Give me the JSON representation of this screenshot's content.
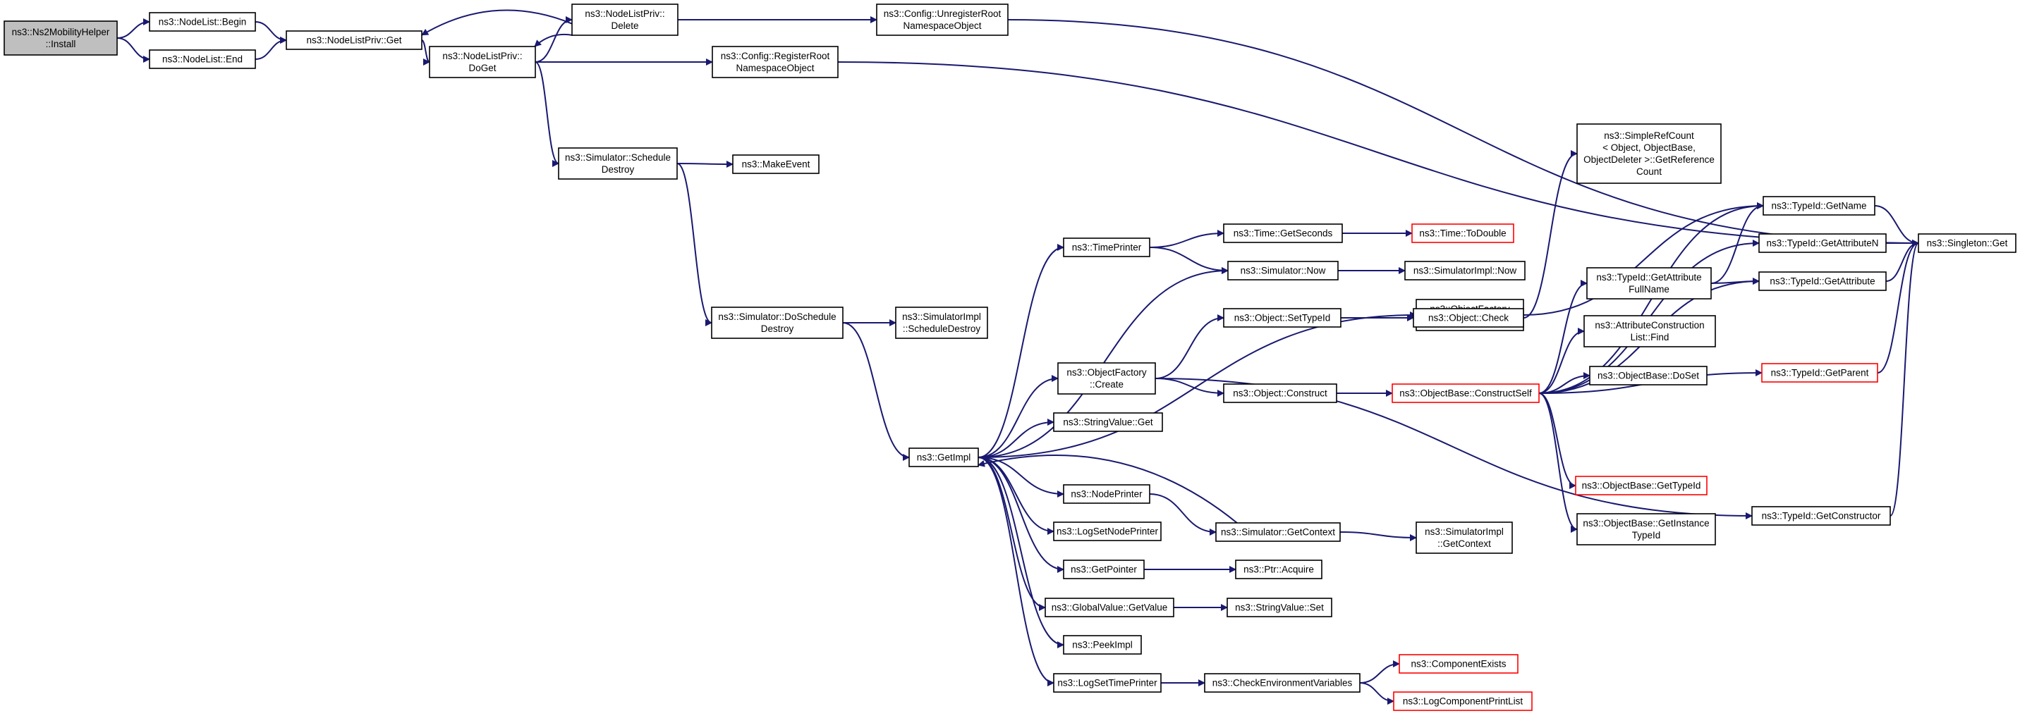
{
  "colors": {
    "edge": "#191970",
    "node_border": "#000000",
    "root_fill": "#bfbfbf",
    "undocumented_border": "#ff0000"
  },
  "nodes": [
    {
      "id": "install",
      "lines": [
        "ns3::Ns2MobilityHelper",
        "::Install"
      ],
      "style": "root"
    },
    {
      "id": "nl_begin",
      "lines": [
        "ns3::NodeList::Begin"
      ]
    },
    {
      "id": "nl_end",
      "lines": [
        "ns3::NodeList::End"
      ]
    },
    {
      "id": "nlp_get",
      "lines": [
        "ns3::NodeListPriv::Get"
      ]
    },
    {
      "id": "nlp_doget",
      "lines": [
        "ns3::NodeListPriv::",
        "DoGet"
      ]
    },
    {
      "id": "nlp_delete",
      "lines": [
        "ns3::NodeListPriv::",
        "Delete"
      ]
    },
    {
      "id": "cfg_unreg",
      "lines": [
        "ns3::Config::UnregisterRoot",
        "NamespaceObject"
      ]
    },
    {
      "id": "cfg_reg",
      "lines": [
        "ns3::Config::RegisterRoot",
        "NamespaceObject"
      ]
    },
    {
      "id": "sim_sched_destroy",
      "lines": [
        "ns3::Simulator::Schedule",
        "Destroy"
      ]
    },
    {
      "id": "make_event",
      "lines": [
        "ns3::MakeEvent"
      ]
    },
    {
      "id": "sim_dosched_destroy",
      "lines": [
        "ns3::Simulator::DoSchedule",
        "Destroy"
      ]
    },
    {
      "id": "simimpl_sched_destroy",
      "lines": [
        "ns3::SimulatorImpl",
        "::ScheduleDestroy"
      ]
    },
    {
      "id": "get_impl",
      "lines": [
        "ns3::GetImpl"
      ]
    },
    {
      "id": "time_printer",
      "lines": [
        "ns3::TimePrinter"
      ]
    },
    {
      "id": "obj_factory_create",
      "lines": [
        "ns3::ObjectFactory",
        "::Create"
      ]
    },
    {
      "id": "stringvalue_get",
      "lines": [
        "ns3::StringValue::Get"
      ]
    },
    {
      "id": "node_printer",
      "lines": [
        "ns3::NodePrinter"
      ]
    },
    {
      "id": "log_set_node_printer",
      "lines": [
        "ns3::LogSetNodePrinter"
      ]
    },
    {
      "id": "get_pointer",
      "lines": [
        "ns3::GetPointer"
      ]
    },
    {
      "id": "global_value_get",
      "lines": [
        "ns3::GlobalValue::GetValue"
      ]
    },
    {
      "id": "peek_impl",
      "lines": [
        "ns3::PeekImpl"
      ]
    },
    {
      "id": "log_set_time_printer",
      "lines": [
        "ns3::LogSetTimePrinter"
      ]
    },
    {
      "id": "time_get_seconds",
      "lines": [
        "ns3::Time::GetSeconds"
      ]
    },
    {
      "id": "time_to_double",
      "lines": [
        "ns3::Time::ToDouble"
      ],
      "style": "red"
    },
    {
      "id": "sim_now",
      "lines": [
        "ns3::Simulator::Now"
      ]
    },
    {
      "id": "simimpl_now",
      "lines": [
        "ns3::SimulatorImpl::Now"
      ]
    },
    {
      "id": "obj_factory_settypeid",
      "lines": [
        "ns3::ObjectFactory",
        "::SetTypeId"
      ]
    },
    {
      "id": "obj_settypeid",
      "lines": [
        "ns3::Object::SetTypeId"
      ]
    },
    {
      "id": "obj_construct",
      "lines": [
        "ns3::Object::Construct"
      ]
    },
    {
      "id": "obj_check",
      "lines": [
        "ns3::Object::Check"
      ]
    },
    {
      "id": "objbase_constructself",
      "lines": [
        "ns3::ObjectBase::ConstructSelf"
      ],
      "style": "red"
    },
    {
      "id": "sim_get_context",
      "lines": [
        "ns3::Simulator::GetContext"
      ]
    },
    {
      "id": "simimpl_get_context",
      "lines": [
        "ns3::SimulatorImpl",
        "::GetContext"
      ]
    },
    {
      "id": "ptr_acquire",
      "lines": [
        "ns3::Ptr::Acquire"
      ]
    },
    {
      "id": "stringvalue_set",
      "lines": [
        "ns3::StringValue::Set"
      ]
    },
    {
      "id": "check_env_vars",
      "lines": [
        "ns3::CheckEnvironmentVariables"
      ]
    },
    {
      "id": "component_exists",
      "lines": [
        "ns3::ComponentExists"
      ],
      "style": "red"
    },
    {
      "id": "log_component_print_list",
      "lines": [
        "ns3::LogComponentPrintList"
      ],
      "style": "red"
    },
    {
      "id": "simple_ref_count",
      "lines": [
        "ns3::SimpleRefCount",
        "< Object, ObjectBase,",
        "ObjectDeleter >::GetReference",
        "Count"
      ]
    },
    {
      "id": "typeid_get_attr_fullname",
      "lines": [
        "ns3::TypeId::GetAttribute",
        "FullName"
      ]
    },
    {
      "id": "attr_construction_list_find",
      "lines": [
        "ns3::AttributeConstruction",
        "List::Find"
      ]
    },
    {
      "id": "objbase_doset",
      "lines": [
        "ns3::ObjectBase::DoSet"
      ]
    },
    {
      "id": "objbase_gettypeid",
      "lines": [
        "ns3::ObjectBase::GetTypeId"
      ],
      "style": "red"
    },
    {
      "id": "objbase_getinstancetypeid",
      "lines": [
        "ns3::ObjectBase::GetInstance",
        "TypeId"
      ]
    },
    {
      "id": "typeid_getname",
      "lines": [
        "ns3::TypeId::GetName"
      ]
    },
    {
      "id": "typeid_getattributen",
      "lines": [
        "ns3::TypeId::GetAttributeN"
      ]
    },
    {
      "id": "typeid_getattribute",
      "lines": [
        "ns3::TypeId::GetAttribute"
      ]
    },
    {
      "id": "typeid_getparent",
      "lines": [
        "ns3::TypeId::GetParent"
      ],
      "style": "red"
    },
    {
      "id": "typeid_getconstructor",
      "lines": [
        "ns3::TypeId::GetConstructor"
      ]
    },
    {
      "id": "singleton_get",
      "lines": [
        "ns3::Singleton::Get"
      ]
    }
  ],
  "edges": [
    [
      "install",
      "nl_begin"
    ],
    [
      "install",
      "nl_end"
    ],
    [
      "nl_begin",
      "nlp_get"
    ],
    [
      "nl_end",
      "nlp_get"
    ],
    [
      "nlp_get",
      "nlp_doget"
    ],
    [
      "nlp_doget",
      "nlp_delete"
    ],
    [
      "nlp_delete",
      "nlp_doget"
    ],
    [
      "nlp_delete",
      "nlp_get"
    ],
    [
      "nlp_delete",
      "cfg_unreg"
    ],
    [
      "nlp_doget",
      "cfg_reg"
    ],
    [
      "nlp_doget",
      "sim_sched_destroy"
    ],
    [
      "cfg_unreg",
      "singleton_get"
    ],
    [
      "cfg_reg",
      "singleton_get"
    ],
    [
      "sim_sched_destroy",
      "make_event"
    ],
    [
      "sim_sched_destroy",
      "sim_dosched_destroy"
    ],
    [
      "sim_dosched_destroy",
      "simimpl_sched_destroy"
    ],
    [
      "sim_dosched_destroy",
      "get_impl"
    ],
    [
      "get_impl",
      "time_printer"
    ],
    [
      "get_impl",
      "sim_now"
    ],
    [
      "get_impl",
      "obj_factory_settypeid"
    ],
    [
      "get_impl",
      "obj_factory_create"
    ],
    [
      "get_impl",
      "stringvalue_get"
    ],
    [
      "get_impl",
      "node_printer"
    ],
    [
      "get_impl",
      "log_set_node_printer"
    ],
    [
      "get_impl",
      "get_pointer"
    ],
    [
      "get_impl",
      "global_value_get"
    ],
    [
      "get_impl",
      "peek_impl"
    ],
    [
      "get_impl",
      "log_set_time_printer"
    ],
    [
      "time_printer",
      "time_get_seconds"
    ],
    [
      "time_printer",
      "sim_now"
    ],
    [
      "time_get_seconds",
      "time_to_double"
    ],
    [
      "sim_now",
      "simimpl_now"
    ],
    [
      "obj_factory_create",
      "obj_settypeid"
    ],
    [
      "obj_factory_create",
      "obj_construct"
    ],
    [
      "obj_factory_create",
      "typeid_getconstructor"
    ],
    [
      "obj_settypeid",
      "obj_check"
    ],
    [
      "obj_construct",
      "objbase_constructself"
    ],
    [
      "obj_check",
      "simple_ref_count"
    ],
    [
      "obj_factory_settypeid",
      "typeid_getname"
    ],
    [
      "node_printer",
      "sim_get_context"
    ],
    [
      "sim_get_context",
      "get_impl"
    ],
    [
      "sim_get_context",
      "simimpl_get_context"
    ],
    [
      "get_pointer",
      "ptr_acquire"
    ],
    [
      "global_value_get",
      "stringvalue_set"
    ],
    [
      "log_set_time_printer",
      "check_env_vars"
    ],
    [
      "check_env_vars",
      "component_exists"
    ],
    [
      "check_env_vars",
      "log_component_print_list"
    ],
    [
      "objbase_constructself",
      "typeid_getname"
    ],
    [
      "objbase_constructself",
      "typeid_getattributen"
    ],
    [
      "objbase_constructself",
      "typeid_get_attr_fullname"
    ],
    [
      "objbase_constructself",
      "attr_construction_list_find"
    ],
    [
      "objbase_constructself",
      "objbase_doset"
    ],
    [
      "objbase_constructself",
      "typeid_getparent"
    ],
    [
      "objbase_constructself",
      "objbase_gettypeid"
    ],
    [
      "objbase_constructself",
      "objbase_getinstancetypeid"
    ],
    [
      "objbase_constructself",
      "typeid_getattribute"
    ],
    [
      "typeid_get_attr_fullname",
      "typeid_getname"
    ],
    [
      "typeid_get_attr_fullname",
      "typeid_getattribute"
    ],
    [
      "typeid_getname",
      "singleton_get"
    ],
    [
      "typeid_getattributen",
      "singleton_get"
    ],
    [
      "typeid_getattribute",
      "singleton_get"
    ],
    [
      "typeid_getparent",
      "singleton_get"
    ],
    [
      "typeid_getconstructor",
      "singleton_get"
    ]
  ]
}
